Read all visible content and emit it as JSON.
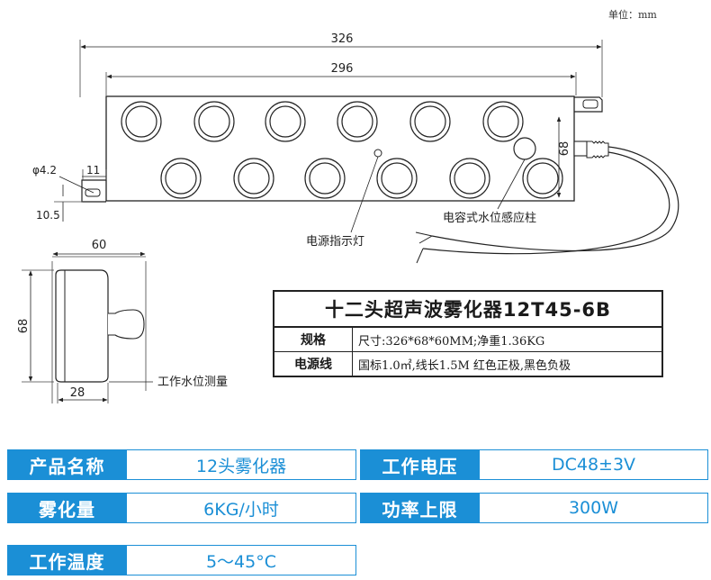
{
  "unit_note": "单位：mm",
  "dimensions": {
    "overall_length": "326",
    "hole_span": "296",
    "height": "68",
    "mount_hole": "φ4.2",
    "mount_offset": "11",
    "mount_height": "10.5",
    "side_width": "60",
    "side_height": "68",
    "side_bottom": "28"
  },
  "callouts": {
    "indicator_light": "电源指示灯",
    "water_sensor": "电容式水位感应柱",
    "water_level": "工作水位测量"
  },
  "spec_table": {
    "title": "十二头超声波雾化器12T45-6B",
    "rows": [
      {
        "key": "规格",
        "value": "尺寸:326*68*60MM;净重1.36KG"
      },
      {
        "key": "电源线",
        "value": "国标1.0㎡,线长1.5M 红色正极,黑色负极"
      }
    ]
  },
  "params": [
    {
      "label": "产品名称",
      "value": "12头雾化器"
    },
    {
      "label": "工作电压",
      "value": "DC48±3V"
    },
    {
      "label": "雾化量",
      "value": "6KG/小时"
    },
    {
      "label": "功率上限",
      "value": "300W"
    },
    {
      "label": "工作温度",
      "value": "5～45°C"
    }
  ],
  "colors": {
    "accent": "#1b8fd6",
    "line": "#222222"
  }
}
